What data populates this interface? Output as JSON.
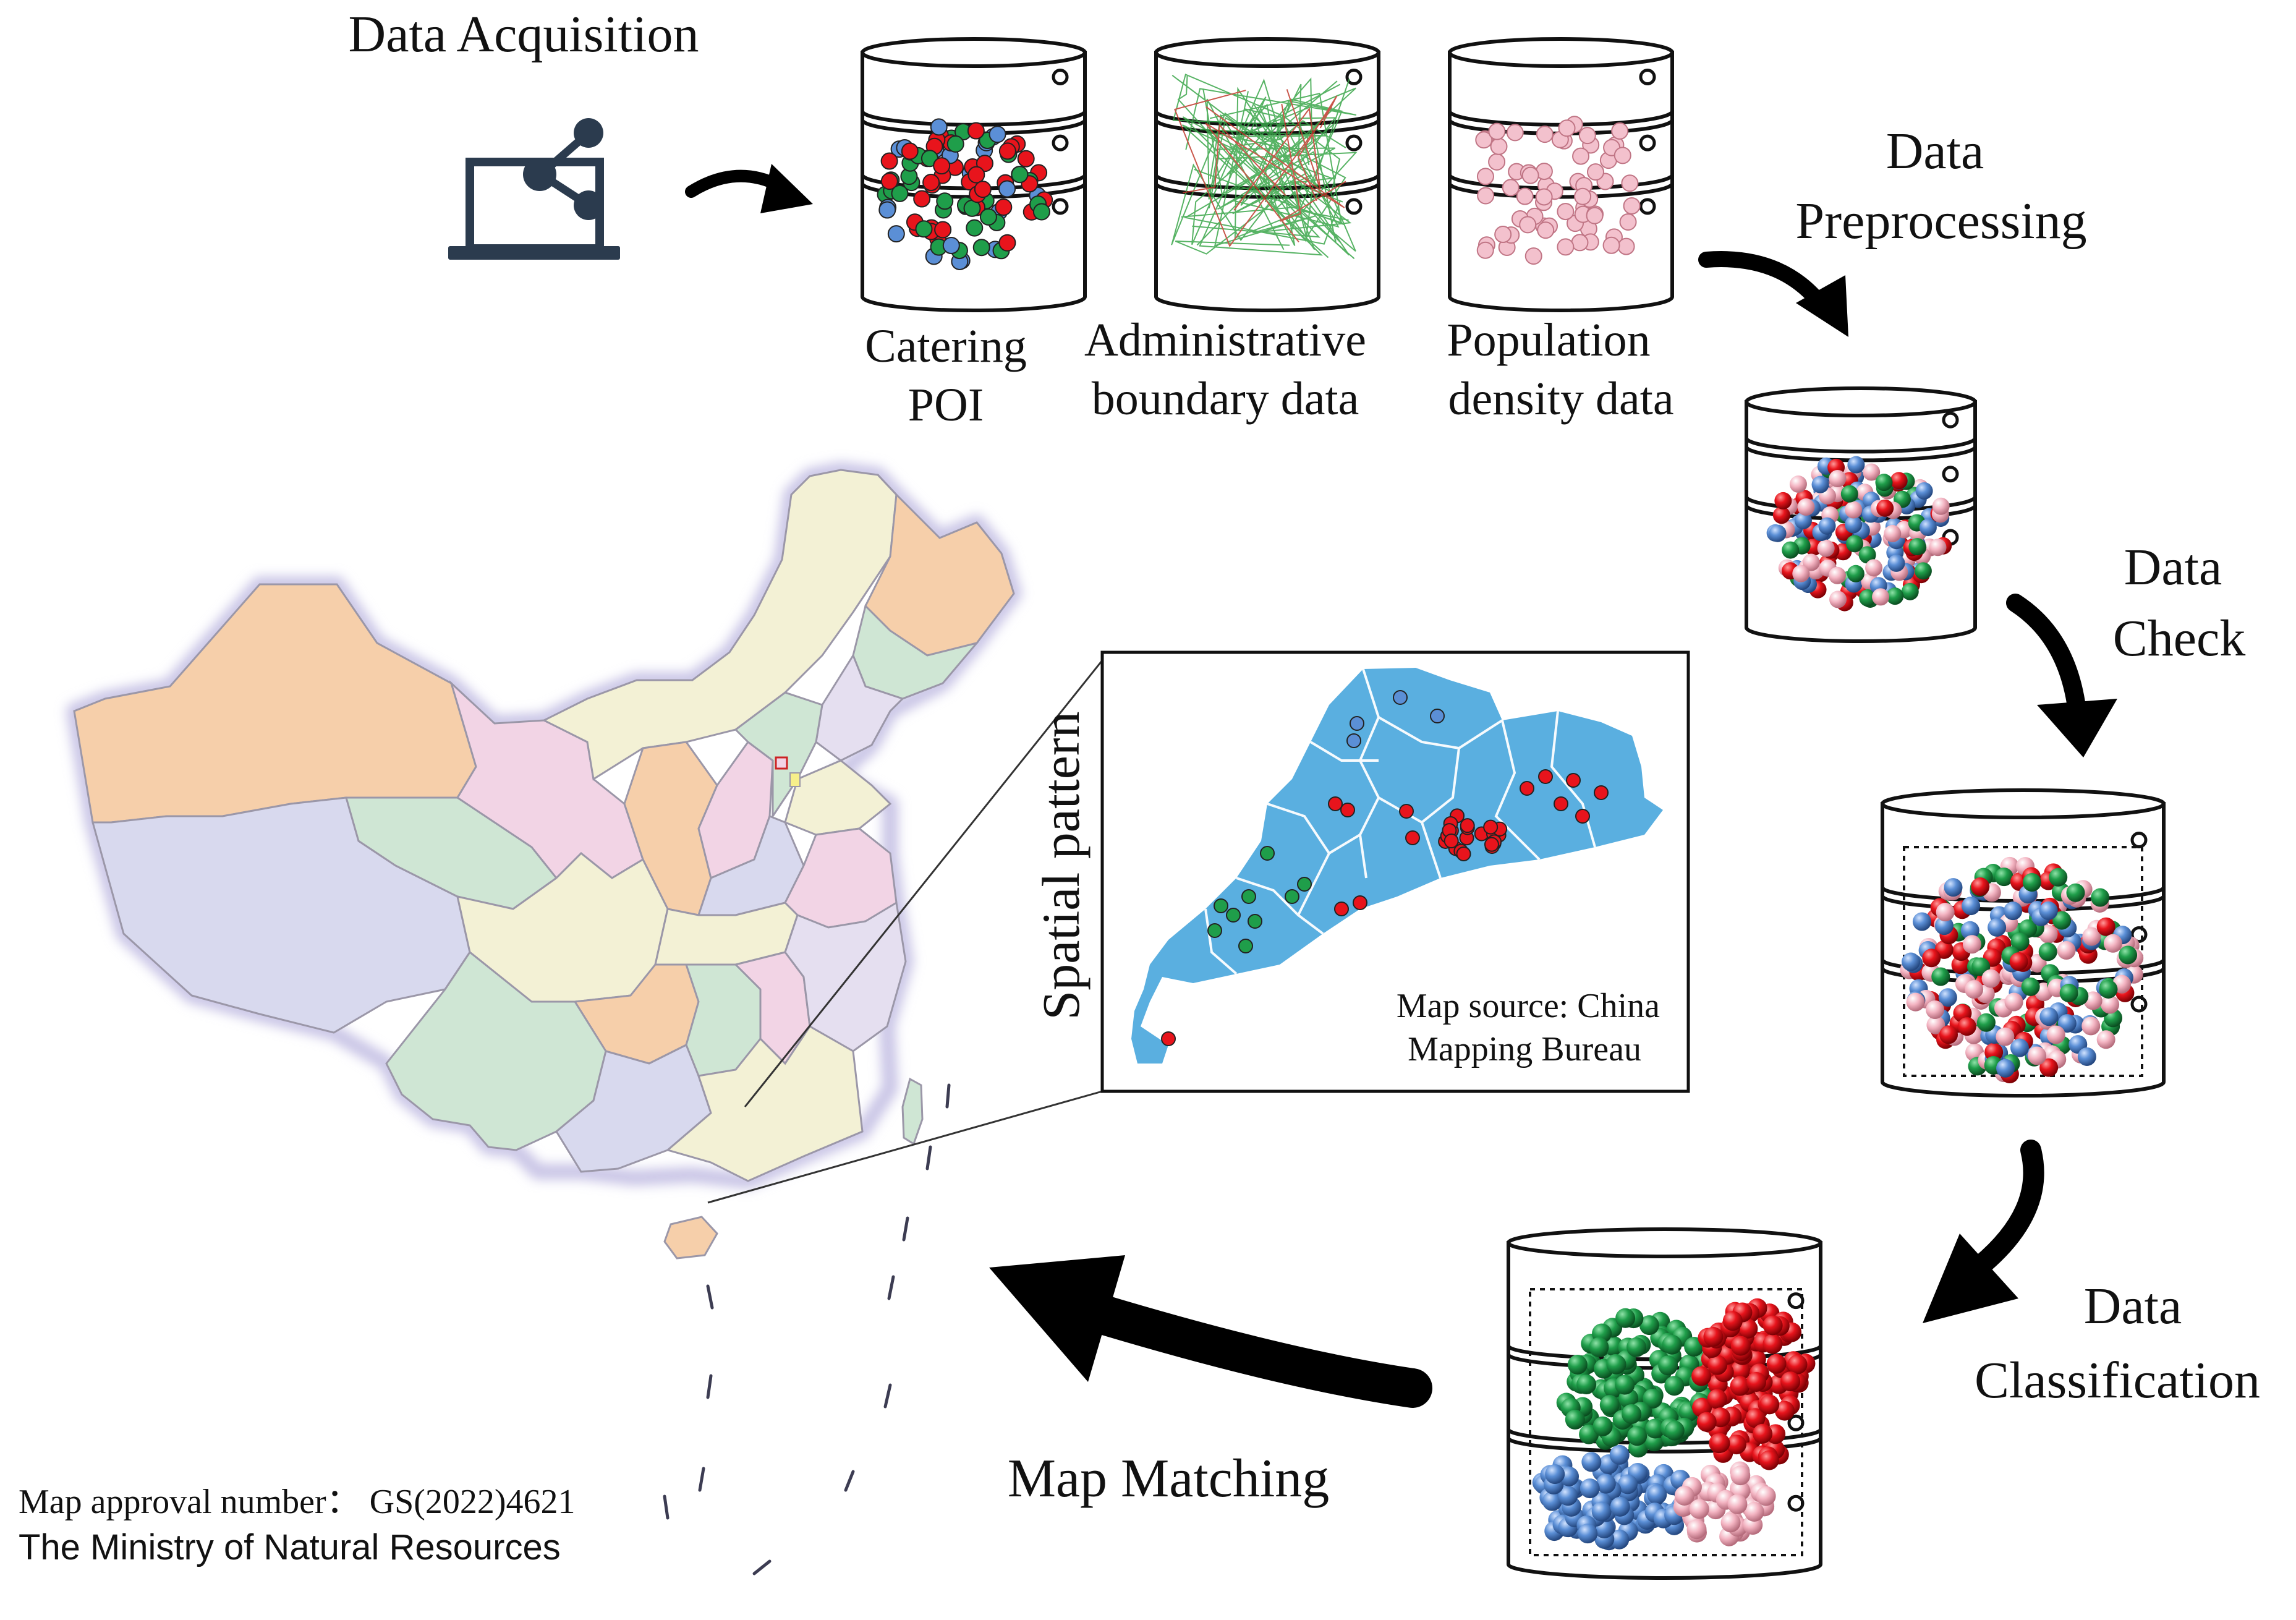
{
  "diagram": {
    "steps": {
      "acquisition": "Data Acquisition",
      "preprocessing": [
        "Data",
        "Preprocessing"
      ],
      "check": [
        "Data",
        "Check"
      ],
      "classification": [
        "Data",
        "Classification"
      ],
      "matching": "Map Matching"
    },
    "datasets": {
      "catering": [
        "Catering",
        "POI"
      ],
      "boundary": [
        "Administrative",
        "boundary data"
      ],
      "population": [
        "Population",
        "density data"
      ]
    },
    "inset": {
      "side_label": "Spatial pattern",
      "source": [
        "Map source: China",
        "Mapping Bureau"
      ]
    },
    "map_notes": {
      "approval": "Map approval number： GS(2022)4621",
      "ministry": "The Ministry of Natural Resources"
    },
    "colors": {
      "poi_red": "#e8141c",
      "poi_green": "#1f9e4a",
      "poi_blue": "#5b8fd6",
      "poi_pink": "#f3b3c1",
      "inset_land": "#5aafe0",
      "map_outline": "#c9c5e6"
    },
    "icons": {
      "acquisition": "laptop-share-icon"
    }
  }
}
